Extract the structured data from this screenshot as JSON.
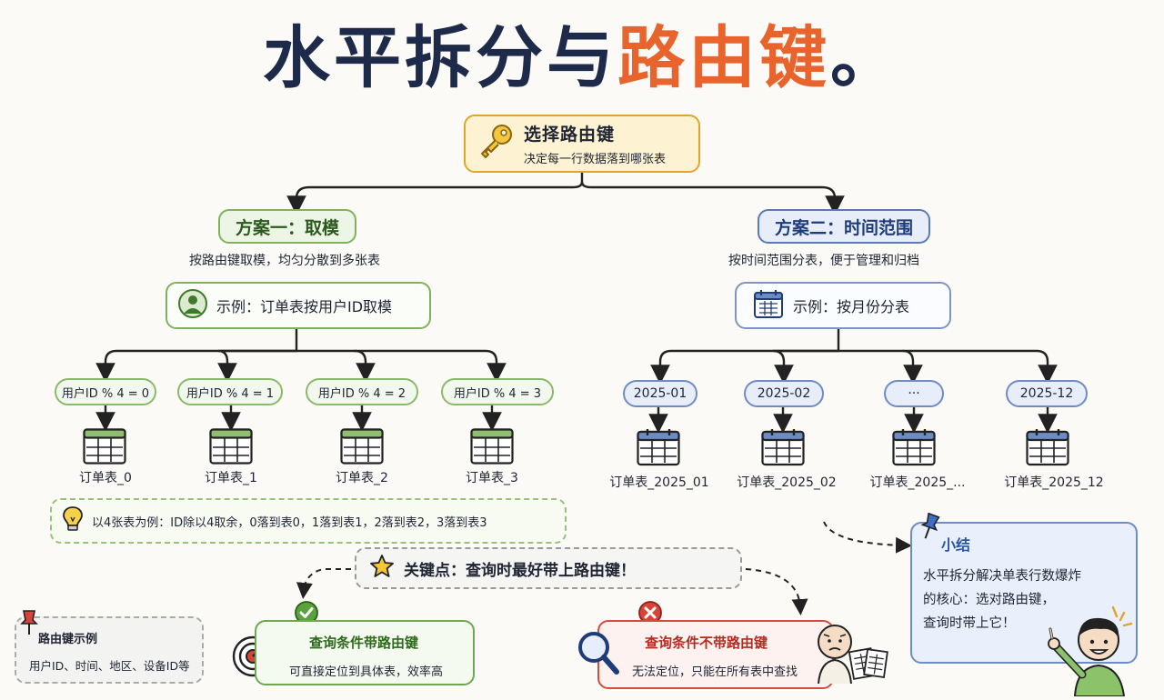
{
  "title": {
    "part1": "水平拆分",
    "part2": "与",
    "part3": "路由键",
    "part4": "。"
  },
  "root": {
    "title": "选择路由键",
    "subtitle": "决定每一行数据落到哪张表"
  },
  "plan_a": {
    "title": "方案一：取模",
    "desc": "按路由键取模，均匀分散到多张表",
    "example": "示例：订单表按用户ID取模",
    "rules": [
      "用户ID % 4 = 0",
      "用户ID % 4 = 1",
      "用户ID % 4 = 2",
      "用户ID % 4 = 3"
    ],
    "tables": [
      "订单表_0",
      "订单表_1",
      "订单表_2",
      "订单表_3"
    ],
    "note": "以4张表为例：ID除以4取余，0落到表0，1落到表1，2落到表2，3落到表3"
  },
  "plan_b": {
    "title": "方案二：时间范围",
    "desc": "按时间范围分表，便于管理和归档",
    "example": "示例：按月份分表",
    "months": [
      "2025-01",
      "2025-02",
      "···",
      "2025-12"
    ],
    "tables": [
      "订单表_2025_01",
      "订单表_2025_02",
      "订单表_2025_...",
      "订单表_2025_12"
    ]
  },
  "key_point": "关键点：查询时最好带上路由键！",
  "with_key": {
    "title": "查询条件带路由键",
    "desc": "可直接定位到具体表，效率高"
  },
  "without_key": {
    "title": "查询条件不带路由键",
    "desc": "无法定位，只能在所有表中查找"
  },
  "legend": {
    "title": "路由键示例",
    "desc": "用户ID、时间、地区、设备ID等"
  },
  "summary": {
    "title": "小结",
    "lines": [
      "水平拆分解决单表行数爆炸",
      "的核心：选对路由键，",
      "查询时带上它！"
    ]
  },
  "colors": {
    "accent": "#e8642c",
    "navy": "#1e2a4a",
    "green": "#7fb35b",
    "blue": "#5a79b8",
    "red": "#d24b3e",
    "gold": "#e2a52a"
  },
  "icons": [
    "key-icon",
    "user-icon",
    "calendar-icon",
    "table-icon",
    "bulb-icon",
    "star-icon",
    "check-icon",
    "cross-icon",
    "target-icon",
    "magnifier-icon",
    "pushpin-icon",
    "person-icon",
    "worried-person-icon"
  ]
}
